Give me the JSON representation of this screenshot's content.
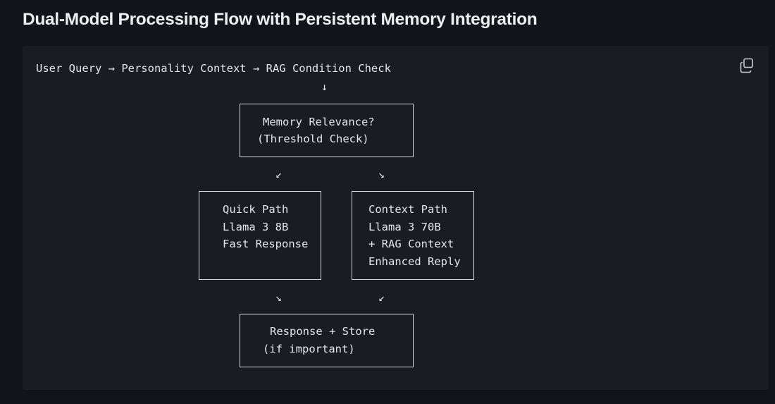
{
  "page": {
    "title": "Dual-Model Processing Flow with Persistent Memory Integration"
  },
  "code_block": {
    "copy_icon": "copy-icon",
    "flow_line": "User Query → Personality Context → RAG Condition Check",
    "down_arrow": "↓",
    "check_box": {
      "line1": "Memory Relevance?",
      "line2": "(Threshold Check)"
    },
    "split_arrows": {
      "left": "↙",
      "right": "↘"
    },
    "quick_path": {
      "line1": "Quick Path",
      "line2": "Llama 3 8B",
      "line3": "Fast Response"
    },
    "context_path": {
      "line1": "Context Path",
      "line2": "Llama 3 70B",
      "line3": "+ RAG Context",
      "line4": "Enhanced Reply"
    },
    "merge_arrows": {
      "left": "↘",
      "right": "↙"
    },
    "response_box": {
      "line1": "Response + Store",
      "line2": "(if important)"
    }
  }
}
